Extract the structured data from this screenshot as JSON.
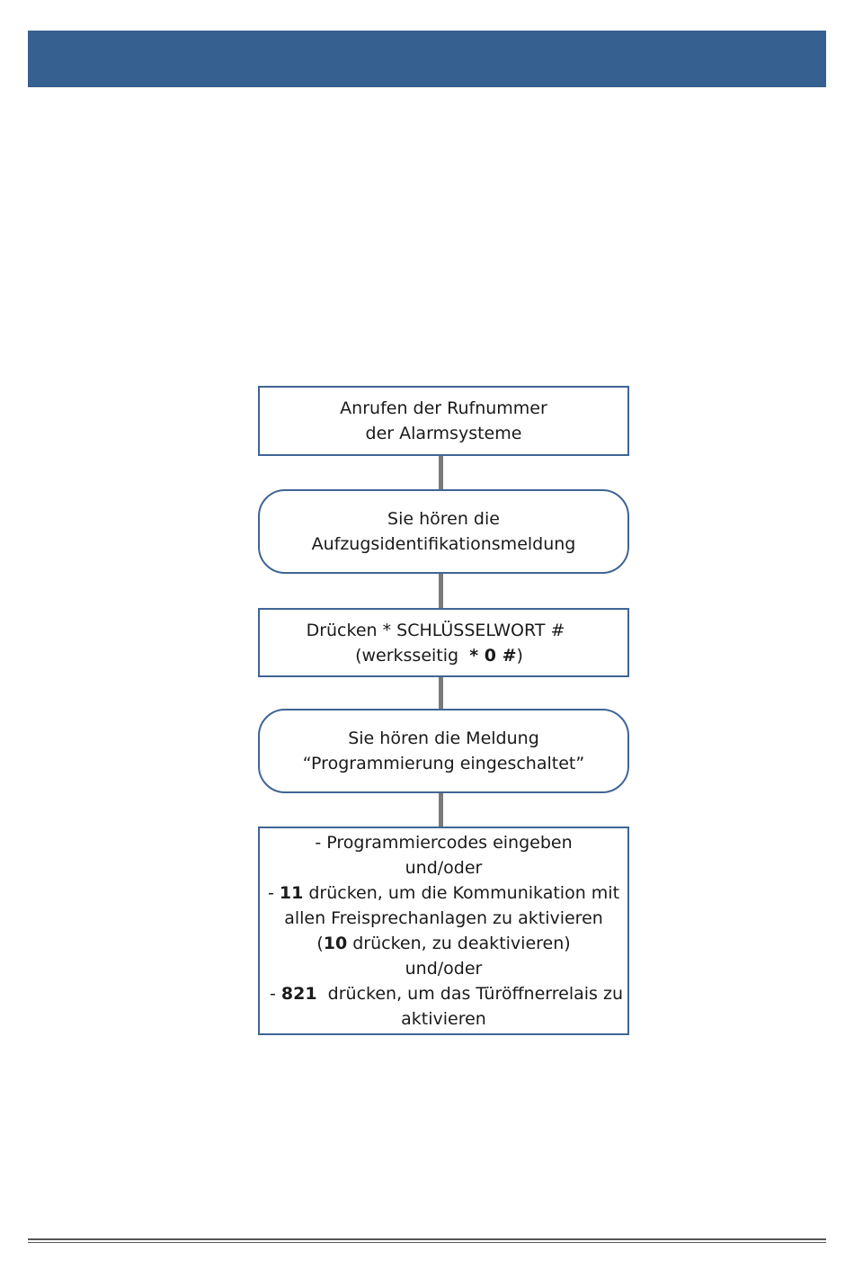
{
  "colors": {
    "header_bar": "#356090",
    "box_border": "#3f6594",
    "connector": "#7a7a7a"
  },
  "flowchart": {
    "step1": {
      "line1": "Anrufen der Rufnummer",
      "line2": "der Alarmsysteme"
    },
    "step2": {
      "line1": "Sie hören die",
      "line2": "Aufzugsidentifikationsmeldung"
    },
    "step3": {
      "line1": "Drücken * SCHLÜSSELWORT #",
      "line2_prefix": "(werksseitig ",
      "line2_bold": "* 0 #",
      "line2_suffix": ")"
    },
    "step4": {
      "line1": "Sie hören die Meldung",
      "line2": "“Programmierung eingeschaltet”"
    },
    "step5": {
      "line1": "- Programmiercodes eingeben",
      "line2": "und/oder",
      "line3_prefix": "- ",
      "line3_bold": "11",
      "line3_suffix": " drücken, um die Kommunikation mit",
      "line4": "allen Freisprechanlagen zu aktivieren",
      "line5_prefix": "(",
      "line5_bold": "10",
      "line5_suffix": " drücken, zu deaktivieren)",
      "line6": "und/oder",
      "line7_prefix": " - ",
      "line7_bold": "821",
      "line7_suffix": "  drücken, um das Türöffnerrelais zu",
      "line8": "aktivieren"
    }
  }
}
